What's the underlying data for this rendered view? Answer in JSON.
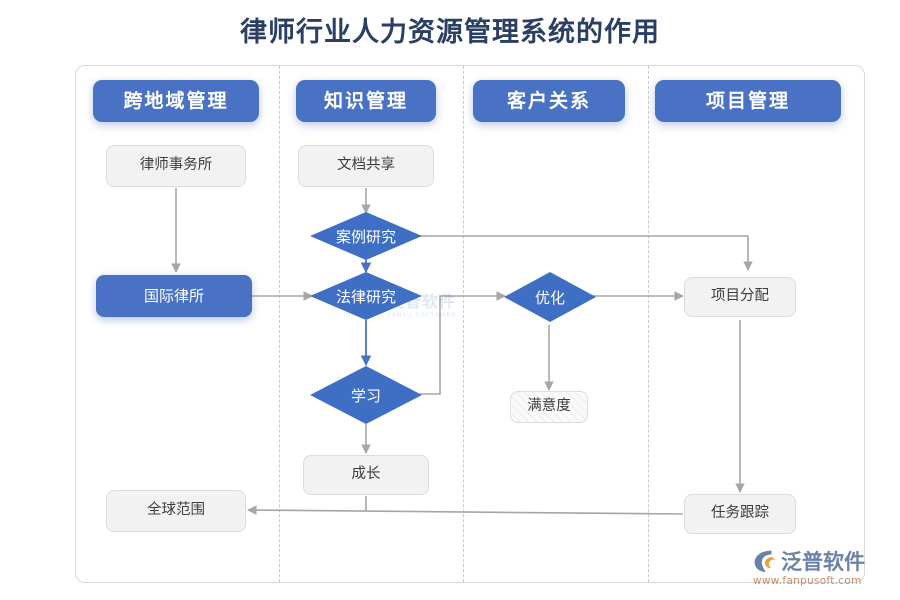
{
  "page": {
    "title": "律师行业人力资源管理系统的作用",
    "title_color": "#2a3f63",
    "background": "#ffffff"
  },
  "colors": {
    "accent_blue": "#4a72c4",
    "diamond_blue": "#3f6fc4",
    "gray_node_fill": "#f2f2f2",
    "gray_node_border": "#dcdcdc",
    "connector_gray": "#a6a6a6",
    "blue_connector": "#4a72c4",
    "lane_separator": "#c9c9c9",
    "frame_border": "#d8d8d8"
  },
  "lanes": [
    {
      "id": "lane-cross-region",
      "label": "跨地域管理"
    },
    {
      "id": "lane-knowledge",
      "label": "知识管理"
    },
    {
      "id": "lane-customer",
      "label": "客户关系"
    },
    {
      "id": "lane-project",
      "label": "项目管理"
    }
  ],
  "nodes": [
    {
      "id": "law-firm",
      "label": "律师事务所",
      "shape": "rounded-rect",
      "style": "gray",
      "lane": "lane-cross-region"
    },
    {
      "id": "intl-firm",
      "label": "国际律所",
      "shape": "rounded-rect",
      "style": "blue",
      "lane": "lane-cross-region"
    },
    {
      "id": "global-scope",
      "label": "全球范围",
      "shape": "rounded-rect",
      "style": "gray",
      "lane": "lane-cross-region"
    },
    {
      "id": "doc-sharing",
      "label": "文档共享",
      "shape": "rounded-rect",
      "style": "gray",
      "lane": "lane-knowledge"
    },
    {
      "id": "case-research",
      "label": "案例研究",
      "shape": "diamond",
      "style": "blue",
      "lane": "lane-knowledge"
    },
    {
      "id": "legal-research",
      "label": "法律研究",
      "shape": "diamond",
      "style": "blue",
      "lane": "lane-knowledge"
    },
    {
      "id": "learning",
      "label": "学习",
      "shape": "diamond",
      "style": "blue",
      "lane": "lane-knowledge"
    },
    {
      "id": "growth",
      "label": "成长",
      "shape": "rounded-rect",
      "style": "gray",
      "lane": "lane-knowledge"
    },
    {
      "id": "optimization",
      "label": "优化",
      "shape": "diamond",
      "style": "blue",
      "lane": "lane-customer"
    },
    {
      "id": "satisfaction",
      "label": "满意度",
      "shape": "rounded-rect",
      "style": "hatched",
      "lane": "lane-customer"
    },
    {
      "id": "project-alloc",
      "label": "项目分配",
      "shape": "rounded-rect",
      "style": "gray",
      "lane": "lane-project"
    },
    {
      "id": "task-tracking",
      "label": "任务跟踪",
      "shape": "rounded-rect",
      "style": "gray",
      "lane": "lane-project"
    }
  ],
  "edges": [
    {
      "id": "e1",
      "from": "law-firm",
      "to": "intl-firm",
      "color": "gray"
    },
    {
      "id": "e2",
      "from": "intl-firm",
      "to": "legal-research",
      "color": "gray"
    },
    {
      "id": "e3",
      "from": "doc-sharing",
      "to": "case-research",
      "color": "gray"
    },
    {
      "id": "e4",
      "from": "case-research",
      "to": "legal-research",
      "color": "blue"
    },
    {
      "id": "e5",
      "from": "case-research",
      "to": "project-alloc",
      "color": "gray"
    },
    {
      "id": "e6",
      "from": "legal-research",
      "to": "learning",
      "color": "blue"
    },
    {
      "id": "e7",
      "from": "learning",
      "to": "optimization",
      "color": "gray"
    },
    {
      "id": "e8",
      "from": "learning",
      "to": "growth",
      "color": "gray"
    },
    {
      "id": "e9",
      "from": "optimization",
      "to": "satisfaction",
      "color": "gray"
    },
    {
      "id": "e10",
      "from": "optimization",
      "to": "project-alloc",
      "color": "gray"
    },
    {
      "id": "e11",
      "from": "project-alloc",
      "to": "task-tracking",
      "color": "gray"
    },
    {
      "id": "e12",
      "from": "task-tracking",
      "to": "global-scope",
      "color": "gray"
    },
    {
      "id": "e13",
      "from": "growth",
      "to": "global-scope",
      "color": "gray"
    }
  ],
  "watermark": {
    "center_main": "泛普软件",
    "center_sub": "FANPU SOFTWARE"
  },
  "brand": {
    "name": "泛普软件",
    "url": "www.fanpusoft.com"
  }
}
